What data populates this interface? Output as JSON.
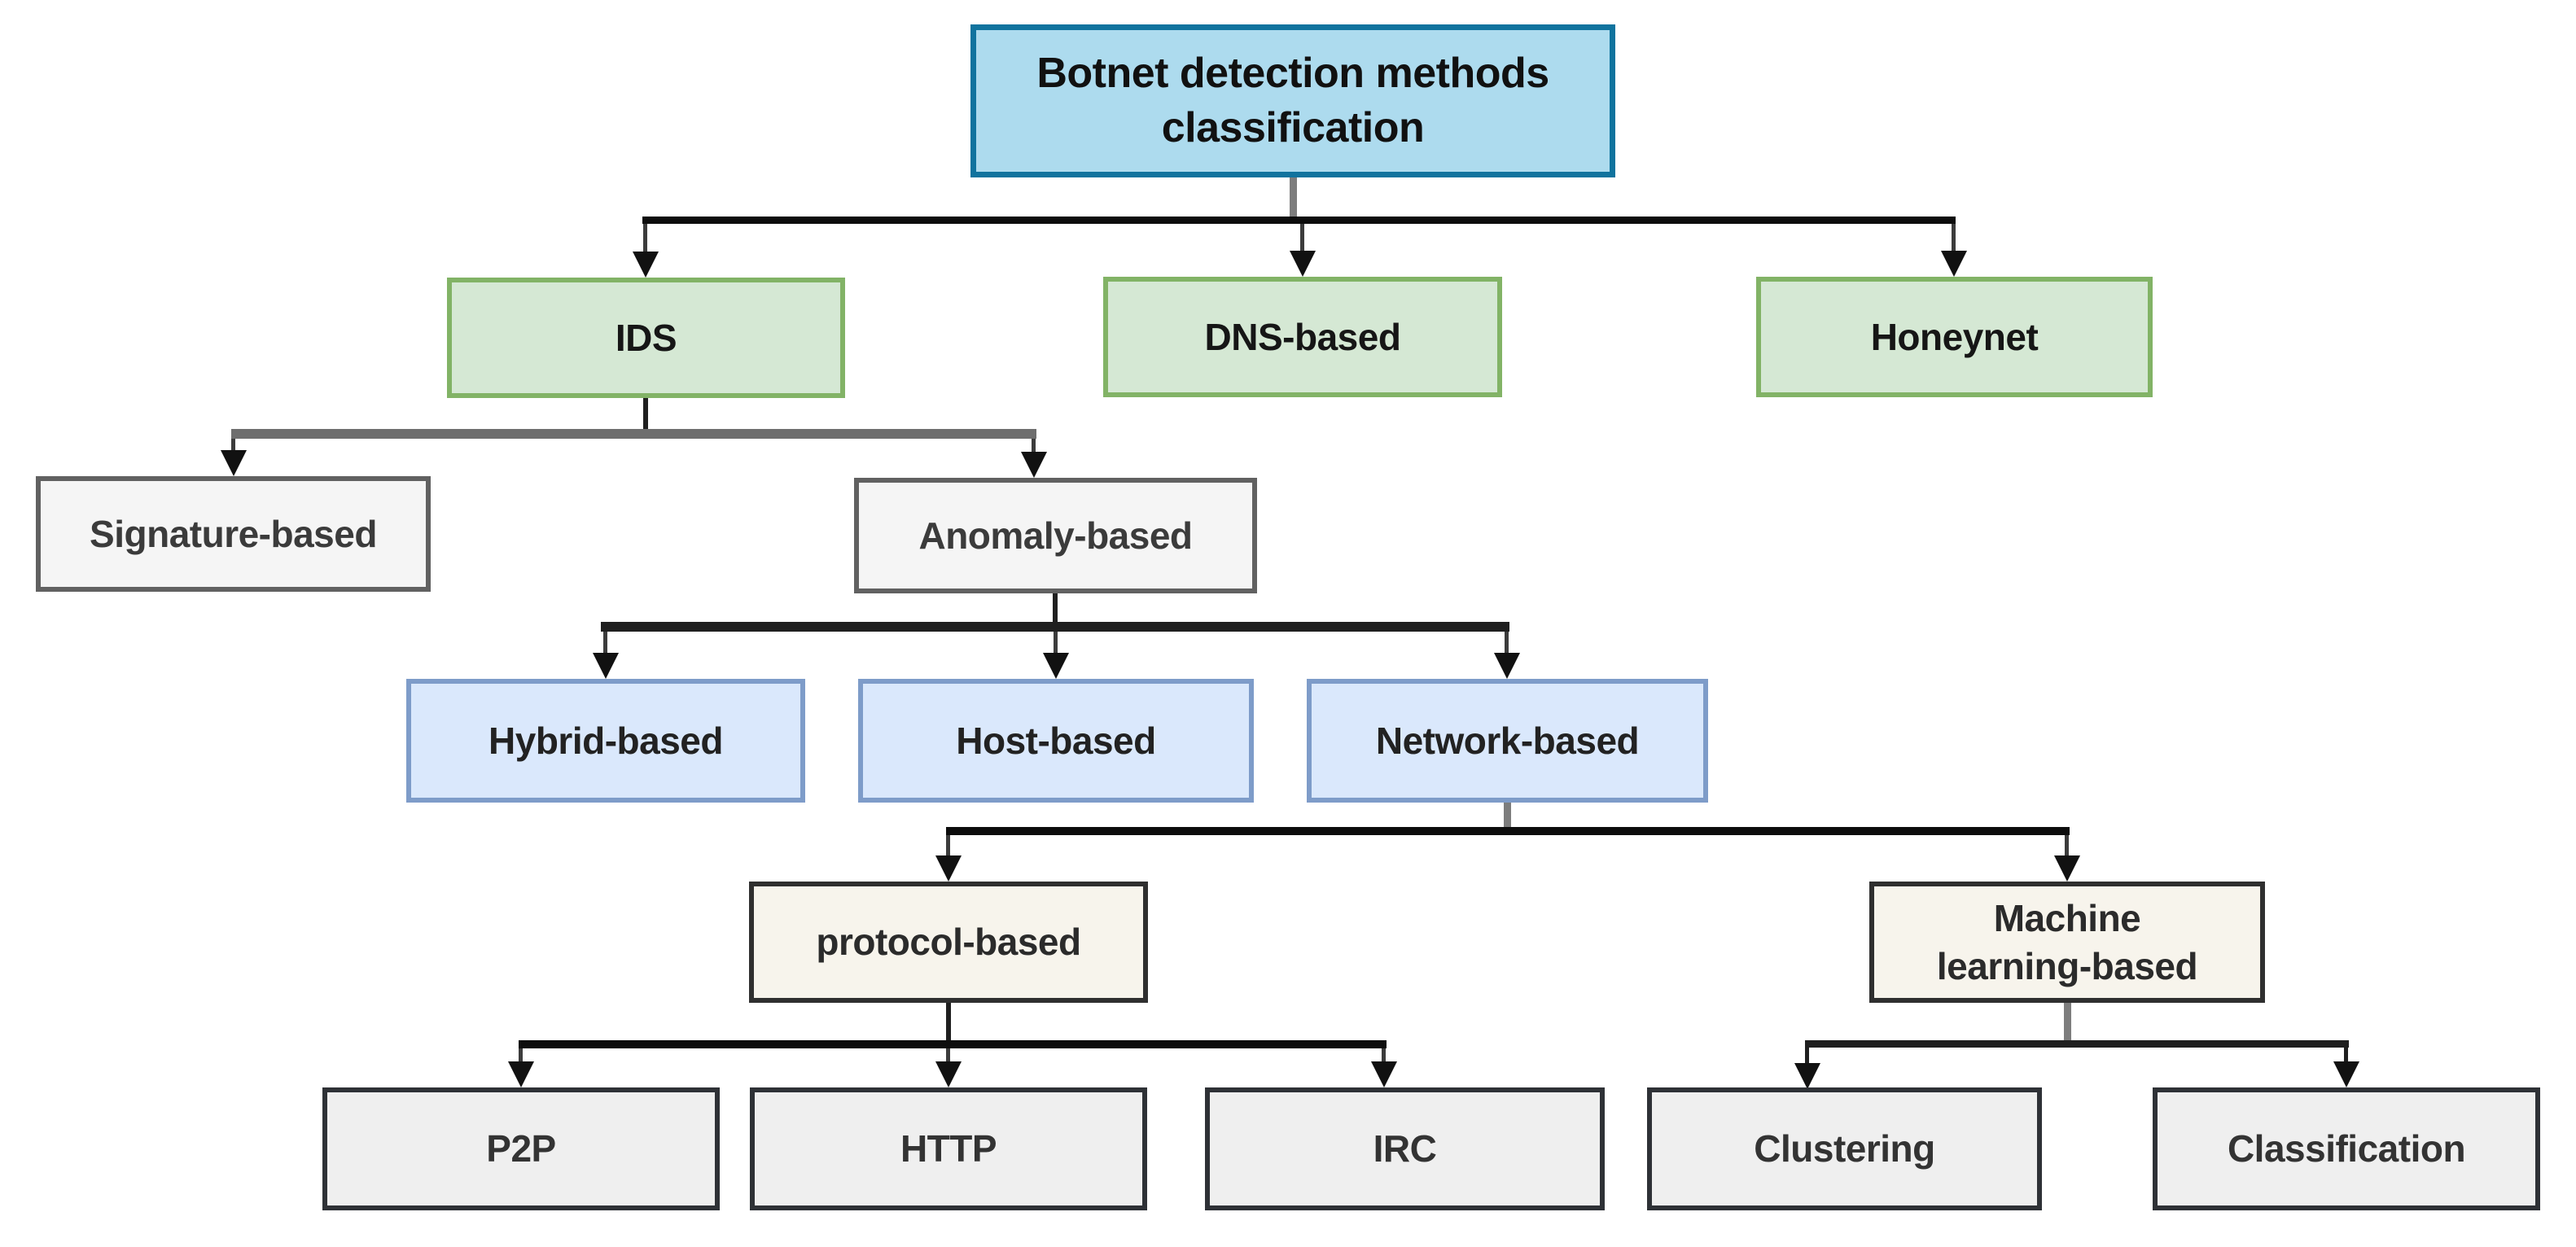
{
  "diagram": {
    "type": "tree",
    "title": "Botnet detection methods classification",
    "nodes": {
      "root": {
        "label": [
          "Botnet detection methods",
          "classification"
        ]
      },
      "ids": {
        "label": "IDS"
      },
      "dns": {
        "label": "DNS-based"
      },
      "honeynet": {
        "label": "Honeynet"
      },
      "signature": {
        "label": "Signature-based"
      },
      "anomaly": {
        "label": "Anomaly-based"
      },
      "hybrid": {
        "label": "Hybrid-based"
      },
      "host": {
        "label": "Host-based"
      },
      "network": {
        "label": "Network-based"
      },
      "protocol": {
        "label": "protocol-based"
      },
      "ml": {
        "label": [
          "Machine",
          "learning-based"
        ]
      },
      "p2p": {
        "label": "P2P"
      },
      "http": {
        "label": "HTTP"
      },
      "irc": {
        "label": "IRC"
      },
      "clustering": {
        "label": "Clustering"
      },
      "classification": {
        "label": "Classification"
      }
    },
    "edges": [
      {
        "from": "root",
        "to": "ids"
      },
      {
        "from": "root",
        "to": "dns"
      },
      {
        "from": "root",
        "to": "honeynet"
      },
      {
        "from": "ids",
        "to": "signature"
      },
      {
        "from": "ids",
        "to": "anomaly"
      },
      {
        "from": "anomaly",
        "to": "hybrid"
      },
      {
        "from": "anomaly",
        "to": "host"
      },
      {
        "from": "anomaly",
        "to": "network"
      },
      {
        "from": "network",
        "to": "protocol"
      },
      {
        "from": "network",
        "to": "ml"
      },
      {
        "from": "protocol",
        "to": "p2p"
      },
      {
        "from": "protocol",
        "to": "http"
      },
      {
        "from": "protocol",
        "to": "irc"
      },
      {
        "from": "ml",
        "to": "clustering"
      },
      {
        "from": "ml",
        "to": "classification"
      }
    ],
    "colors": {
      "root_fill": "#ADDBEE",
      "root_border": "#10739E",
      "category_fill": "#D5E8D4",
      "category_border": "#82B366",
      "ids_children_fill": "#F5F5F5",
      "ids_children_border": "#616161",
      "anomaly_children_fill": "#DAE8FC",
      "anomaly_children_border": "#7E9CC9",
      "network_children_fill": "#F7F4EC",
      "network_children_border": "#2F2F2F",
      "leaf_fill": "#EFEFEF",
      "leaf_border": "#2E3136",
      "connector_black": "#0D0D0D",
      "connector_gray": "#7D7D7D",
      "text": "#242424"
    }
  }
}
